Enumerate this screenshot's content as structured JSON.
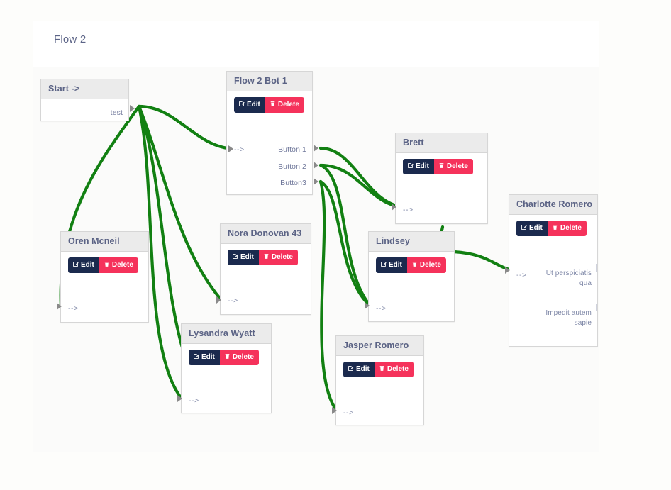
{
  "header": {
    "title": "Flow 2"
  },
  "colors": {
    "edge": "#128012",
    "node_header_bg": "#ebebeb",
    "node_title": "#5b6385",
    "edit_button_bg": "#1b2a4e",
    "delete_button_bg": "#f5325b",
    "canvas_bg": "#fbfbfa",
    "page_bg": "#fdfdfb"
  },
  "buttons": {
    "edit_label": "Edit",
    "delete_label": "Delete",
    "edit_icon": "pencil-square-icon",
    "delete_icon": "trash-icon"
  },
  "nodes": [
    {
      "id": "start",
      "title": "Start ->",
      "has_actions": false,
      "outputs": [
        "test"
      ],
      "inputs": []
    },
    {
      "id": "flow-2-bot-1",
      "title": "Flow 2 Bot 1",
      "has_actions": true,
      "inputs": [
        "-->"
      ],
      "outputs": [
        "Button 1",
        "Button 2",
        "Button3"
      ]
    },
    {
      "id": "oren-mcneil",
      "title": "Oren Mcneil",
      "has_actions": true,
      "inputs": [
        "-->"
      ],
      "outputs": []
    },
    {
      "id": "nora-donovan-43",
      "title": "Nora Donovan 43",
      "has_actions": true,
      "inputs": [
        "-->"
      ],
      "outputs": []
    },
    {
      "id": "lysandra-wyatt",
      "title": "Lysandra Wyatt",
      "has_actions": true,
      "inputs": [
        "-->"
      ],
      "outputs": []
    },
    {
      "id": "jasper-romero",
      "title": "Jasper Romero",
      "has_actions": true,
      "inputs": [
        "-->"
      ],
      "outputs": []
    },
    {
      "id": "brett",
      "title": "Brett",
      "has_actions": true,
      "inputs": [
        "-->"
      ],
      "outputs": []
    },
    {
      "id": "lindsey",
      "title": "Lindsey",
      "has_actions": true,
      "inputs": [
        "-->"
      ],
      "outputs": []
    },
    {
      "id": "charlotte-romero",
      "title": "Charlotte Romero",
      "has_actions": true,
      "inputs": [
        "-->"
      ],
      "outputs": [
        "Ut perspiciatis qua",
        "Impedit autem sapie"
      ]
    }
  ],
  "labels": {
    "start_title": "Start ->",
    "start_output": "test",
    "bot_title": "Flow 2 Bot 1",
    "bot_input": "-->",
    "bot_out_1": "Button 1",
    "bot_out_2": "Button 2",
    "bot_out_3": "Button3",
    "oren_title": "Oren Mcneil",
    "oren_input": "-->",
    "nora_title": "Nora Donovan 43",
    "nora_input": "-->",
    "lysandra_title": "Lysandra Wyatt",
    "lysandra_input": "-->",
    "jasper_title": "Jasper Romero",
    "jasper_input": "-->",
    "brett_title": "Brett",
    "brett_input": "-->",
    "lindsey_title": "Lindsey",
    "lindsey_input": "-->",
    "charlotte_title": "Charlotte Romero",
    "charlotte_input": "-->",
    "charlotte_out_1": "Ut perspiciatis qua",
    "charlotte_out_2": "Impedit autem sapie"
  }
}
